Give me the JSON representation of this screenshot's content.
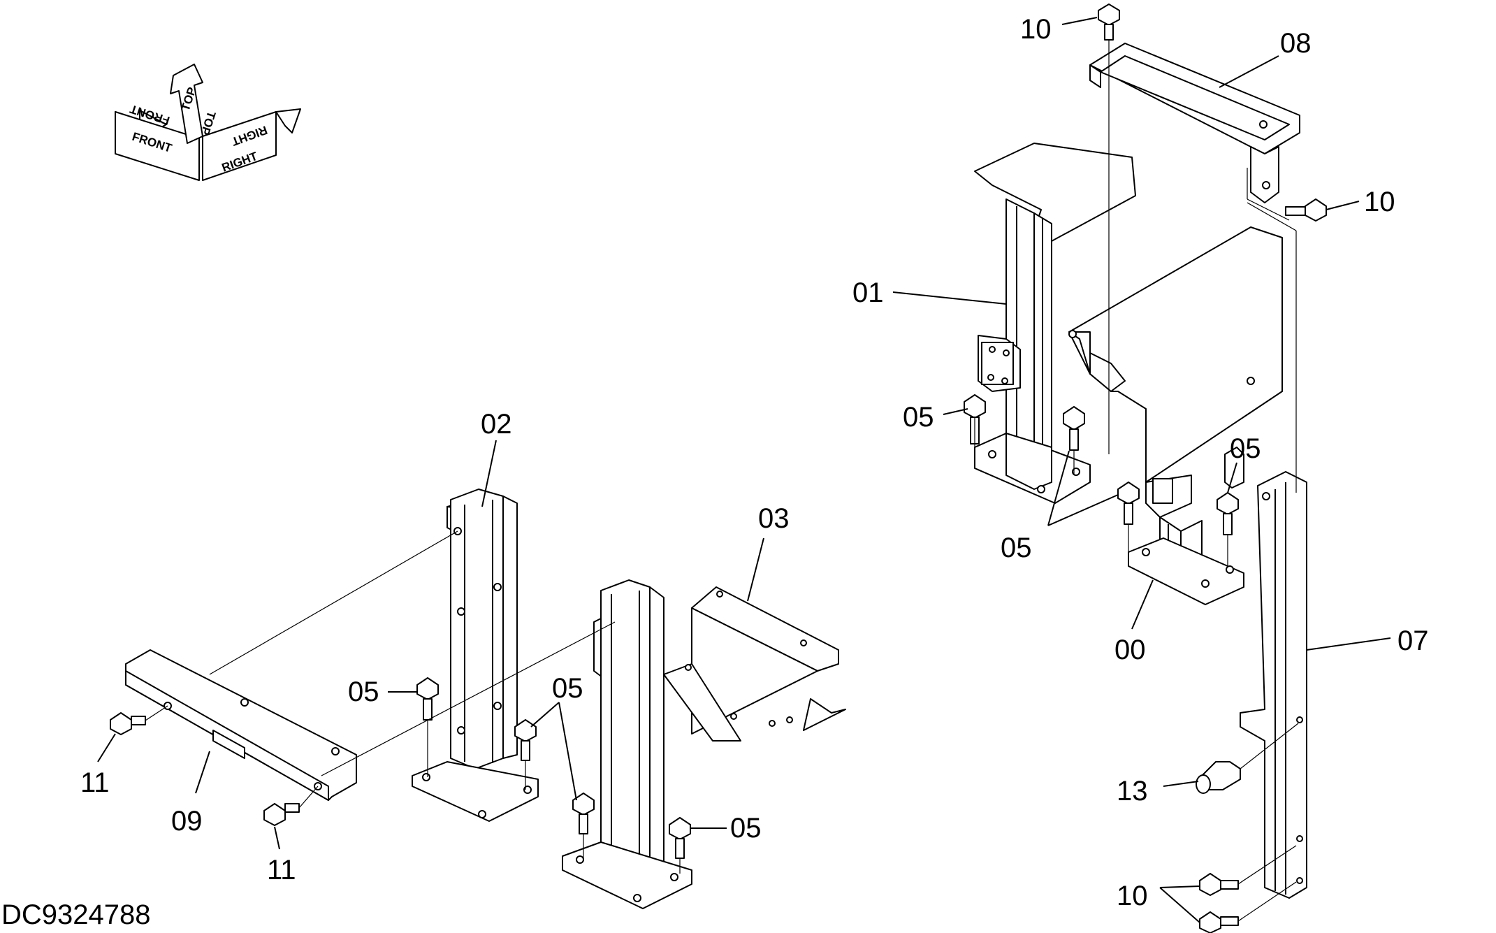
{
  "drawing_code": "DC9324788",
  "orientation": {
    "front": "FRONT",
    "top": "TOP",
    "right": "RIGHT"
  },
  "callouts": {
    "p00": "00",
    "p01": "01",
    "p02": "02",
    "p03": "03",
    "p05_a": "05",
    "p05_b": "05",
    "p05_c": "05",
    "p05_d": "05",
    "p05_e": "05",
    "p05_f": "05",
    "p07": "07",
    "p08": "08",
    "p09": "09",
    "p10_a": "10",
    "p10_b": "10",
    "p10_c": "10",
    "p11_a": "11",
    "p11_b": "11",
    "p13": "13"
  }
}
